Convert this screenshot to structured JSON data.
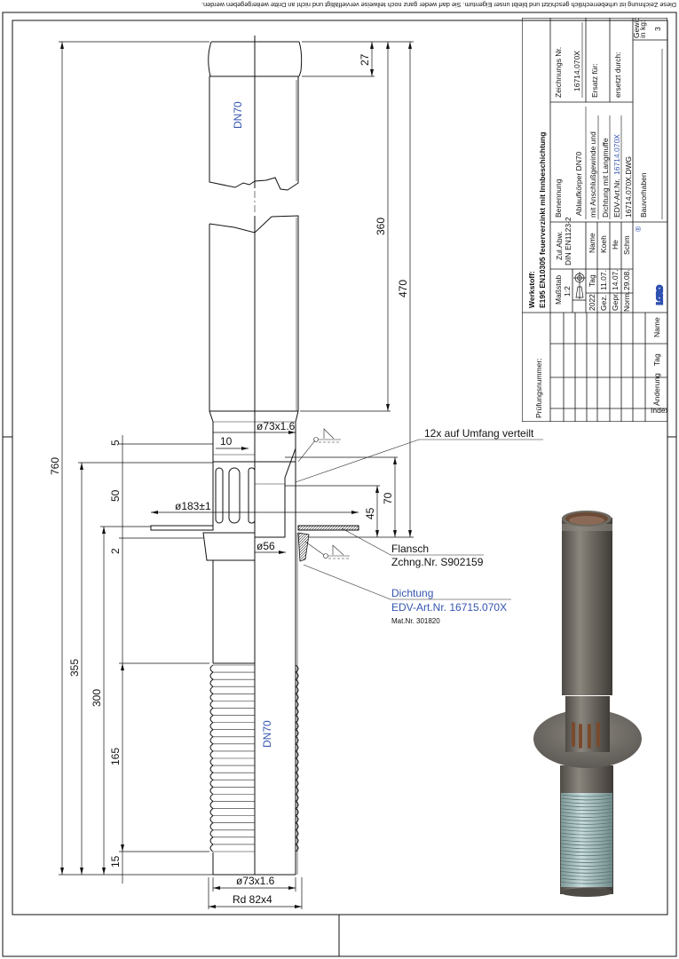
{
  "disclaimer": "Diese Zeichnung ist urheberrechtlich geschützt und bleibt unser Eigentum. Sie darf weder ganz noch teilweise vervielfältigt und nicht an Dritte weitergegeben werden.",
  "colors": {
    "line": "#111111",
    "annotation_blue": "#3556b0",
    "logo_blue": "#2f50b0",
    "pipe_brown": "#6f6a63",
    "thread_silver": "#a9c4c4"
  },
  "drawing": {
    "labels": {
      "dn70_top": "DN70",
      "dn70_bottom": "DN70"
    },
    "dimensions": {
      "d760": "760",
      "d355": "355",
      "d300": "300",
      "d165": "165",
      "d15": "15",
      "d5": "5",
      "d50": "50",
      "d2": "2",
      "d27": "27",
      "d360": "360",
      "d470": "470",
      "d70": "70",
      "d45": "45",
      "d10": "10",
      "dia_top": "ø73x1.6",
      "dia_flange": "ø183±1",
      "dia_56": "ø56",
      "dia_bottom": "ø73x1.6",
      "thread": "Rd 82x4"
    },
    "callouts": {
      "slots": "12x auf Umfang verteilt",
      "flange_title": "Flansch",
      "flange_ref": "Zchng.Nr. S902159",
      "seal_title": "Dichtung",
      "seal_ref": "EDV-Art.Nr. 16715.070X",
      "seal_mat": "Mat.Nr. 301820"
    },
    "thread_ribs": 26
  },
  "title_block": {
    "pruefnummer_label": "Prüfungsnummer:",
    "werkstoff_label": "Werkstoff:",
    "werkstoff_value": "E195 EN10305 feuerverzinkt mit Innbeschichtung",
    "massstab_label": "Maßstab",
    "massstab_value": "1:2",
    "zulabw_label": "Zul.Abw.",
    "zulabw_value": "DIN EN1123-2",
    "approvals_header": {
      "year": "2022",
      "tag": "Tag",
      "name": "Name"
    },
    "approvals": [
      {
        "role": "Gez.",
        "date": "11.07.",
        "name": "Koeh"
      },
      {
        "role": "Gepr.",
        "date": "14.07.",
        "name": "He"
      },
      {
        "role": "Norm.",
        "date": "29.08.",
        "name": "Schm"
      }
    ],
    "logo": "LORO",
    "logo_mark": "®",
    "benennung_label": "Benennung",
    "benennung_title": "Ablaufkörper DN70",
    "benennung_lines": [
      "mit Anschlußgewinde und",
      "Dichtung mit Langmuffe"
    ],
    "edv_label": "EDV-Art.Nr.",
    "edv_value": "16714.070X",
    "dwg_file": "16714.070X.DWG",
    "bauvorhaben_label": "Bauvorhaben",
    "zeichnungsnr_label": "Zeichnungs Nr.",
    "zeichnungsnr_value": "16714.070X",
    "ersatz_fuer_label": "Ersatz für:",
    "ersetzt_durch_label": "ersetzt durch:",
    "gewicht_label_1": "Gewicht",
    "gewicht_label_2": "in kg:",
    "gewicht_value": "3",
    "revision_headers": {
      "index": "Index",
      "aenderung": "Änderung",
      "tag": "Tag",
      "name": "Name"
    }
  }
}
